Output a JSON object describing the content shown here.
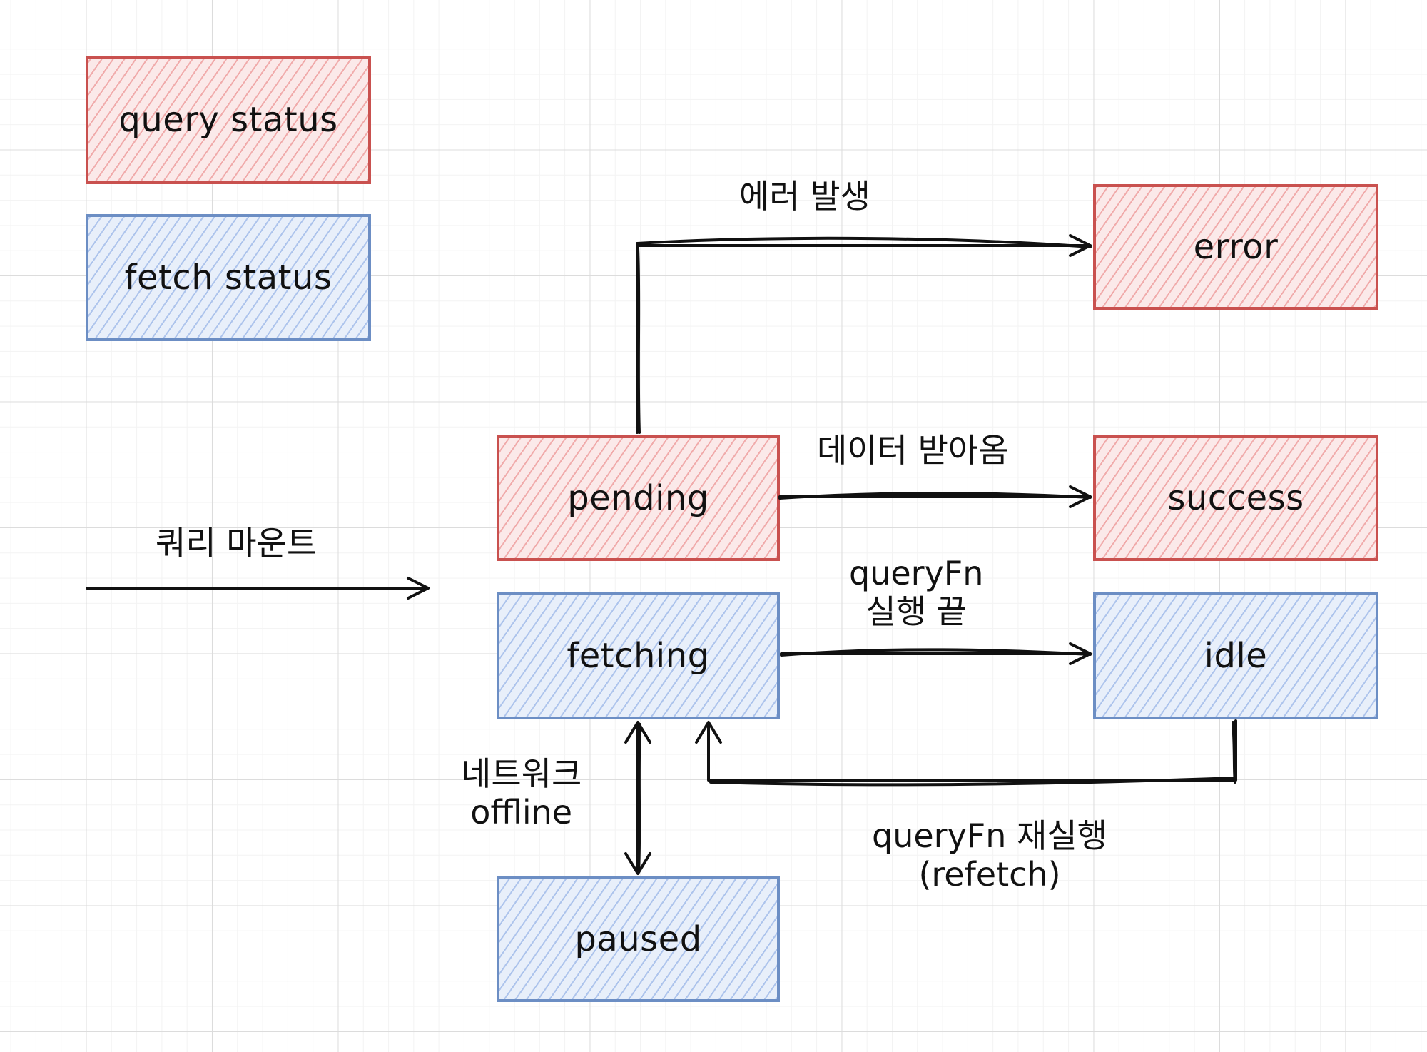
{
  "legend": {
    "query_status": "query status",
    "fetch_status": "fetch status"
  },
  "nodes": {
    "pending": "pending",
    "error": "error",
    "success": "success",
    "fetching": "fetching",
    "idle": "idle",
    "paused": "paused"
  },
  "edges": {
    "mount": "쿼리 마운트",
    "error": "에러 발생",
    "success": "데이터 받아옴",
    "fetch_done_line1": "queryFn",
    "fetch_done_line2": "실행 끝",
    "offline_line1": "네트워크",
    "offline_line2": "offline",
    "refetch_line1": "queryFn 재실행",
    "refetch_line2": "(refetch)"
  },
  "colors": {
    "query_status_stroke": "#c9514f",
    "query_status_fill": "#fbe9e9",
    "fetch_status_stroke": "#6c8ec4",
    "fetch_status_fill": "#e8effa",
    "arrow": "#111111",
    "grid": "#dcdcdc"
  }
}
